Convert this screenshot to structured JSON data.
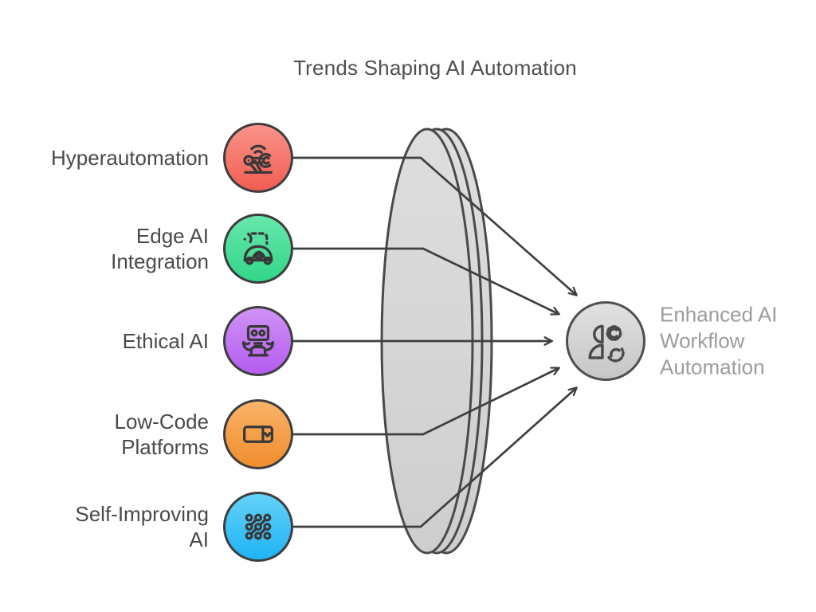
{
  "title": "Trends Shaping AI Automation",
  "nodes": [
    {
      "label": "Hyperautomation",
      "icon": "robot-arm-icon",
      "color_top": "#fa938b",
      "color_bottom": "#f25d52"
    },
    {
      "label": "Edge AI\nIntegration",
      "icon": "smart-car-icon",
      "color_top": "#69e7ad",
      "color_bottom": "#32d688"
    },
    {
      "label": "Ethical AI",
      "icon": "robot-icon",
      "color_top": "#cf92f5",
      "color_bottom": "#b55cf0"
    },
    {
      "label": "Low-Code\nPlatforms",
      "icon": "dropdown-ui-icon",
      "color_top": "#f9b369",
      "color_bottom": "#f08d2e"
    },
    {
      "label": "Self-Improving\nAI",
      "icon": "network-grid-icon",
      "color_top": "#64d2f8",
      "color_bottom": "#1fb3f4"
    }
  ],
  "output": {
    "label": "Enhanced AI\nWorkflow\nAutomation",
    "icon": "person-gear-icon",
    "color_top": "#e1e1e1",
    "color_bottom": "#c6c6c6"
  },
  "colors": {
    "connector": "#3f3f3f",
    "node_border": "#3d3d3d",
    "lens_fill_top": "#dedede",
    "lens_fill_bottom": "#cecece",
    "lens_stroke": "#4a4a4a",
    "title_text": "#4f4f4f",
    "label_text": "#4a4a4a",
    "output_text": "#9c9c9c"
  }
}
